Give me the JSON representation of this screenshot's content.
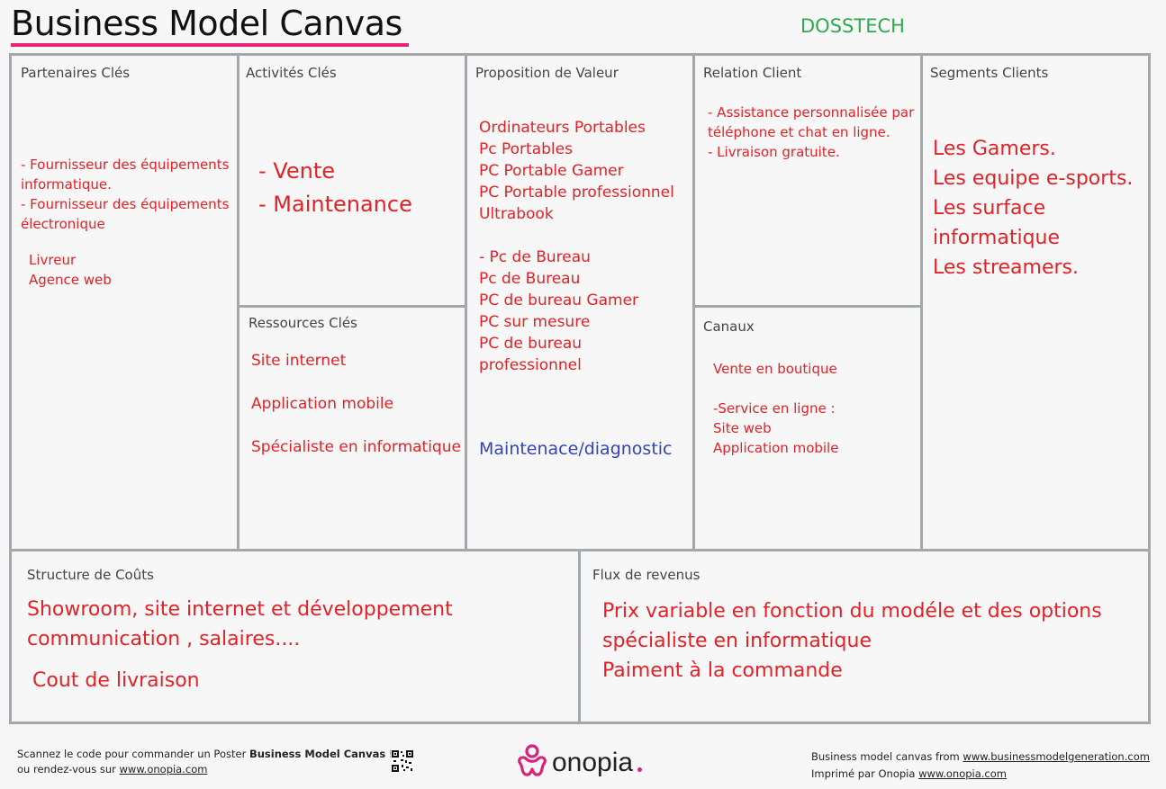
{
  "header": {
    "title": "Business Model Canvas",
    "company": "DOSSTECH"
  },
  "colors": {
    "accent": "#e4257a",
    "company": "#2fa84f",
    "content_red": "#e12227",
    "content_blue": "#3343b8",
    "border": "#a3a8a8"
  },
  "partners": {
    "heading": "Partenaires Clés",
    "lines": [
      "- Fournisseur des équipements",
      "informatique.",
      "- Fournisseur des équipements",
      "électronique"
    ],
    "lines2": [
      "Livreur",
      "Agence web"
    ]
  },
  "activities": {
    "heading": "Activités Clés",
    "lines": [
      "- Vente",
      "- Maintenance"
    ]
  },
  "resources": {
    "heading": "Ressources Clés",
    "items": [
      "Site internet",
      "Application mobile",
      "Spécialiste en informatique"
    ]
  },
  "value": {
    "heading": "Proposition de Valeur",
    "group1": [
      "Ordinateurs Portables",
      "Pc Portables",
      "PC Portable Gamer",
      "PC Portable professionnel",
      "Ultrabook"
    ],
    "group2": [
      "- Pc de Bureau",
      "Pc de Bureau",
      "PC de bureau Gamer",
      "PC sur mesure",
      "PC de bureau",
      "professionnel"
    ],
    "service": "Maintenace/diagnostic"
  },
  "relation": {
    "heading": "Relation Client",
    "lines": [
      " - Assistance personnalisée par",
      "téléphone et chat en ligne.",
      " - Livraison gratuite."
    ]
  },
  "channels": {
    "heading": "Canaux",
    "line1": "Vente en boutique",
    "lines": [
      "-Service en ligne :",
      "Site web",
      "Application mobile"
    ]
  },
  "segments": {
    "heading": "Segments Clients",
    "lines": [
      "Les Gamers.",
      "Les equipe e-sports.",
      "Les surface",
      "informatique",
      "Les streamers."
    ]
  },
  "costs": {
    "heading": "Structure de Coûts",
    "lines": [
      "Showroom, site internet et développement",
      "communication , salaires...."
    ],
    "extra": "Cout de livraison"
  },
  "revenue": {
    "heading": "Flux de revenus",
    "lines": [
      "Prix variable en fonction du modéle et des options",
      "spécialiste en informatique",
      "Paiment à la commande"
    ]
  },
  "footer": {
    "left_prefix": "Scannez le code pour commander un Poster ",
    "left_bold": "Business Model Canvas",
    "left_suffix": " !",
    "left_line2_prefix": "ou rendez-vous sur ",
    "left_line2_link": "www.onopia.com",
    "logo_text": "onopia",
    "right_line1_prefix": "Business model canvas from ",
    "right_line1_link": "www.businessmodelgeneration.com",
    "right_line2_prefix": "Imprimé par Onopia ",
    "right_line2_link": "www.onopia.com"
  }
}
